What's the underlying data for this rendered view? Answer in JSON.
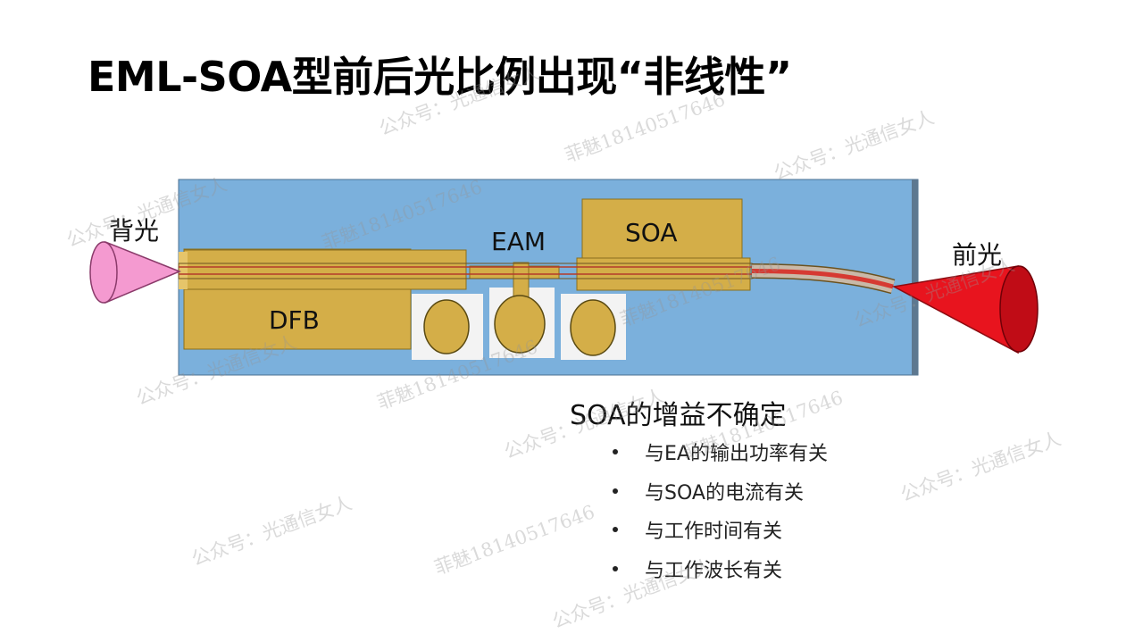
{
  "title": "EML-SOA型前后光比例出现“非线性”",
  "labels": {
    "back_light": "背光",
    "front_light": "前光",
    "dfb": "DFB",
    "eam": "EAM",
    "soa": "SOA"
  },
  "uncertain": {
    "heading": "SOA的增益不确定",
    "bullets": [
      "与EA的输出功率有关",
      "与SOA的电流有关",
      "与工作时间有关",
      "与工作波长有关"
    ]
  },
  "watermarks": {
    "account": "公众号：光通信女人",
    "contact": "菲魅18140517646"
  },
  "colors": {
    "chip": "#7bb0dc",
    "pad": "#d4ae48",
    "back_cone": "#f49ad0",
    "front_cone": "#e8141e",
    "waveguide": "#b43a2a"
  }
}
